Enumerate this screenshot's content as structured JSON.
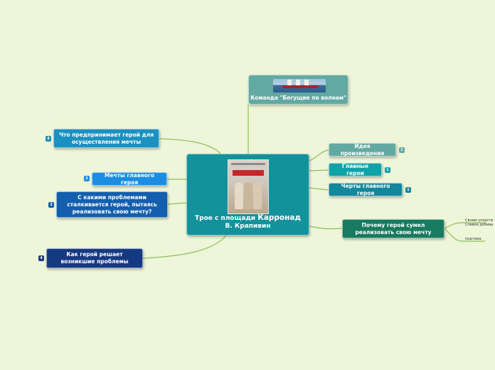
{
  "central": {
    "title_part1": "Трое с площади ",
    "title_part2": "Карронад",
    "title_part3": "В. Крапивин",
    "image": "book-cover"
  },
  "nodes": {
    "team": "Команда \"Бегущие по волнам\"",
    "idea": "Идея произведения",
    "heroes": "Главные герои",
    "traits": "Черты главного героя",
    "why": "Почему герой сумел реализовать свою мечту",
    "actions": "Что предпринимает герой для осуществления мечты",
    "dreams": "Мечты главного героя",
    "problems": "С какими проблемами сталкивается герой, пытаясь реализовать свою мечту?",
    "solves": "Как герой решает возникшие проблемы"
  },
  "badges": {
    "idea": "1",
    "heroes": "1",
    "traits": "1",
    "actions": "4",
    "dreams": "2",
    "problems": "3",
    "solves": "4"
  },
  "subtopics": {
    "line1": "Своим упорств",
    "line2": "Славка добива",
    "subtopic": "подтема"
  },
  "colors": {
    "background": "#eef5d8",
    "central": "#13929c",
    "idea": "#62a9a1",
    "heroes": "#0fa3a8",
    "traits": "#13879b",
    "why": "#187a5f",
    "actions": "#1a91c0",
    "dreams": "#1c8de1",
    "problems": "#135fae",
    "solves": "#163a82",
    "connector": "#8cbf5a"
  }
}
